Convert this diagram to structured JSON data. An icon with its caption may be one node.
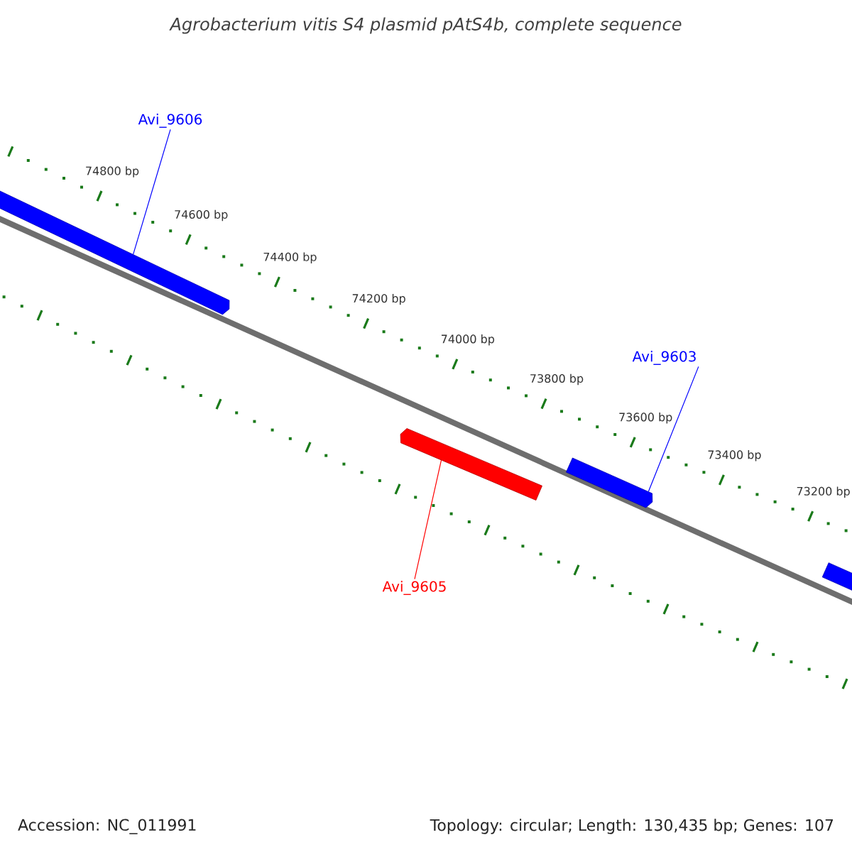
{
  "diagram": {
    "title": "Agrobacterium vitis S4 plasmid pAtS4b, complete sequence",
    "nodes": [
      {
        "text": [
          "Avi_9606"
        ]
      },
      {
        "text": [],
        "shape": "bar"
      },
      {
        "text": [
          "Avi_9603"
        ]
      },
      {
        "text": [],
        "shape": "bar"
      },
      {
        "text": [],
        "shape": "bar"
      },
      {
        "text": [
          "Avi_9605"
        ]
      },
      {
        "text": [],
        "shape": "bar"
      }
    ],
    "edges": [
      {
        "from": 0,
        "to": 1,
        "arrow": "none"
      },
      {
        "from": 2,
        "to": 3,
        "arrow": "none"
      },
      {
        "from": 5,
        "to": 4,
        "arrow": "none",
        "color": "#ff0000"
      }
    ],
    "labels": [
      "74800 bp",
      "74600 bp",
      "74400 bp",
      "74200 bp",
      "74000 bp",
      "73800 bp",
      "73600 bp",
      "73400 bp",
      "73200 bp",
      "Accession: NC_011991",
      "Topology: circular; Length: 130,435 bp; Genes: 107"
    ]
  }
}
